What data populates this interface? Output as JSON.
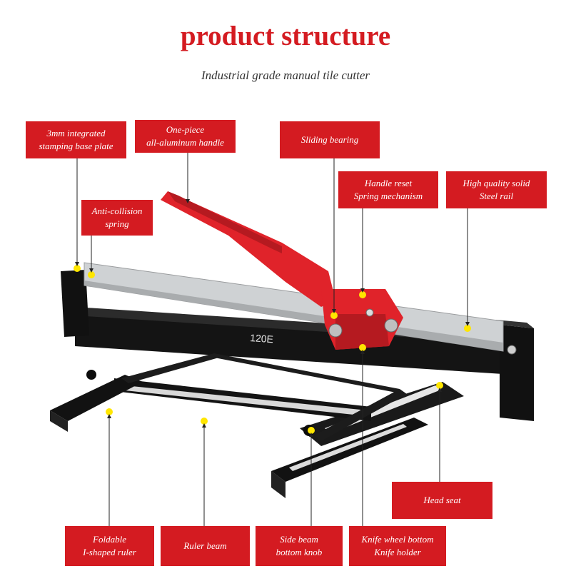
{
  "title": "product structure",
  "subtitle": "Industrial grade manual tile cutter",
  "product_marking": "120E",
  "colors": {
    "accent": "#d41b21",
    "handle": "#e0232a",
    "frame": "#151515",
    "rail": "#cfd2d4",
    "dot": "#ffe600"
  },
  "callouts": {
    "base_plate": [
      "3mm integrated",
      "stamping base plate"
    ],
    "handle": [
      "One-piece",
      "all-aluminum handle"
    ],
    "sliding_bearing": [
      "Sliding bearing"
    ],
    "handle_reset": [
      "Handle reset",
      "Spring mechanism"
    ],
    "steel_rail": [
      "High quality solid",
      "Steel rail"
    ],
    "anti_collision": [
      "Anti-collision",
      "spring"
    ],
    "head_seat": [
      "Head seat"
    ],
    "foldable_ruler": [
      "Foldable",
      "I-shaped ruler"
    ],
    "ruler_beam": [
      "Ruler beam"
    ],
    "side_beam_knob": [
      "Side beam",
      "bottom knob"
    ],
    "knife_holder": [
      "Knife wheel bottom",
      "Knife holder"
    ]
  }
}
